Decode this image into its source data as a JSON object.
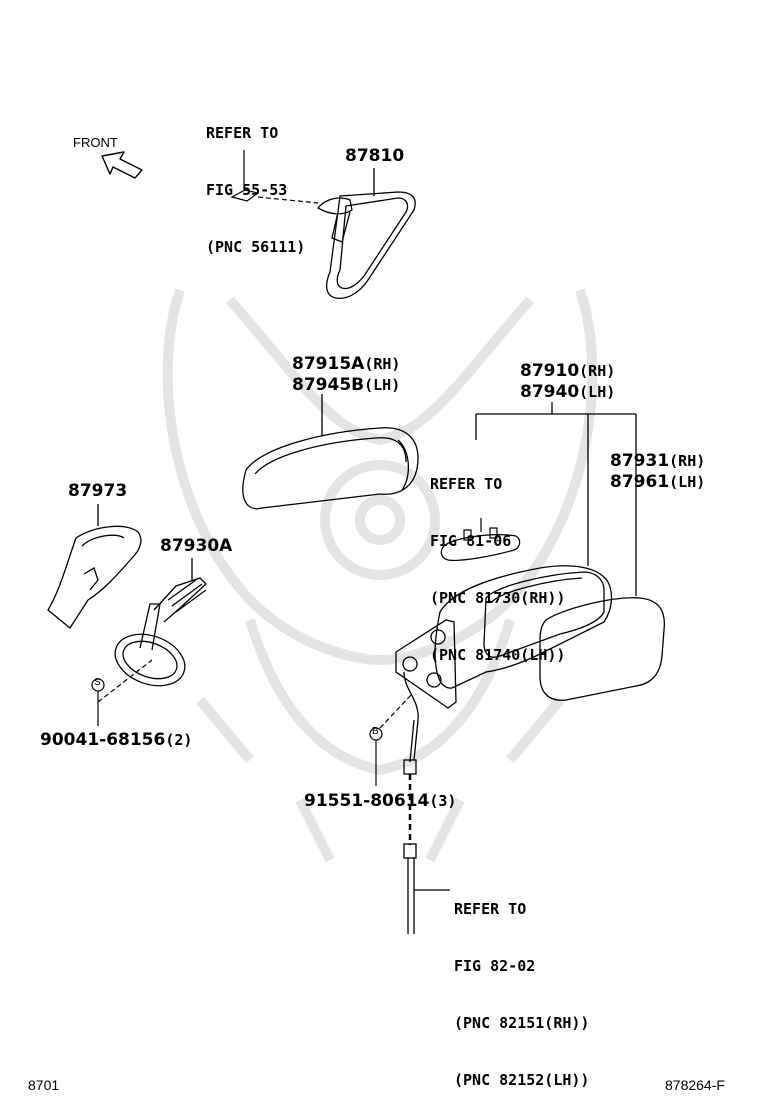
{
  "front_label": "FRONT",
  "refer_inner": {
    "l1": "REFER TO",
    "l2": "FIG 55-53",
    "l3": "(PNC 56111)"
  },
  "inner_mirror": "87810",
  "cover": {
    "a": "87915A",
    "a_side": "(RH)",
    "b": "87945B",
    "b_side": "(LH)"
  },
  "outer_assy": {
    "a": "87910",
    "a_side": "(RH)",
    "b": "87940",
    "b_side": "(LH)"
  },
  "refer_lamp": {
    "l1": "REFER TO",
    "l2": "FIG 81-06",
    "l3": "(PNC 81730(RH))",
    "l4": "(PNC 81740(LH))"
  },
  "mirror_glass": {
    "a": "87931",
    "a_side": "(RH)",
    "b": "87961",
    "b_side": "(LH)"
  },
  "cover_cap": "87973",
  "bracket": "87930A",
  "screw": {
    "base": "90041-68156",
    "qty": "(2)",
    "mark": "S"
  },
  "bolt": {
    "base": "91551-80614",
    "qty": "(3)",
    "mark": "B"
  },
  "refer_wire": {
    "l1": "REFER TO",
    "l2": "FIG 82-02",
    "l3": "(PNC 82151(RH))",
    "l4": "(PNC 82152(LH))"
  },
  "footer": {
    "left": "8701",
    "right": "878264-F"
  }
}
